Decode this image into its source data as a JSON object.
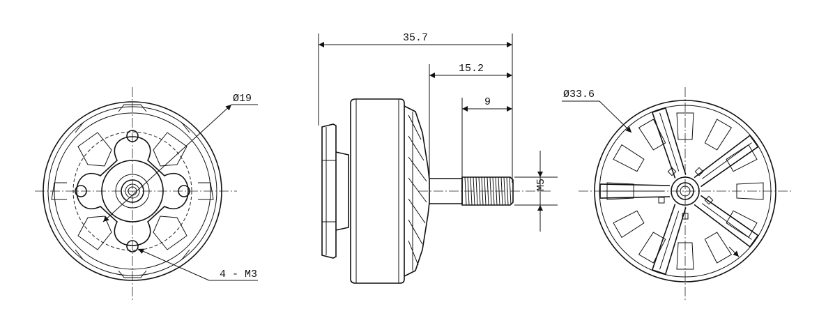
{
  "labels": {
    "shaft_hole_dia": "Ø19",
    "mount_holes": "4 - M3",
    "overall_length": "35.7",
    "shaft_length": "15.2",
    "thread_length": "9",
    "thread_size": "M5",
    "bell_dia": "Ø33.6"
  }
}
